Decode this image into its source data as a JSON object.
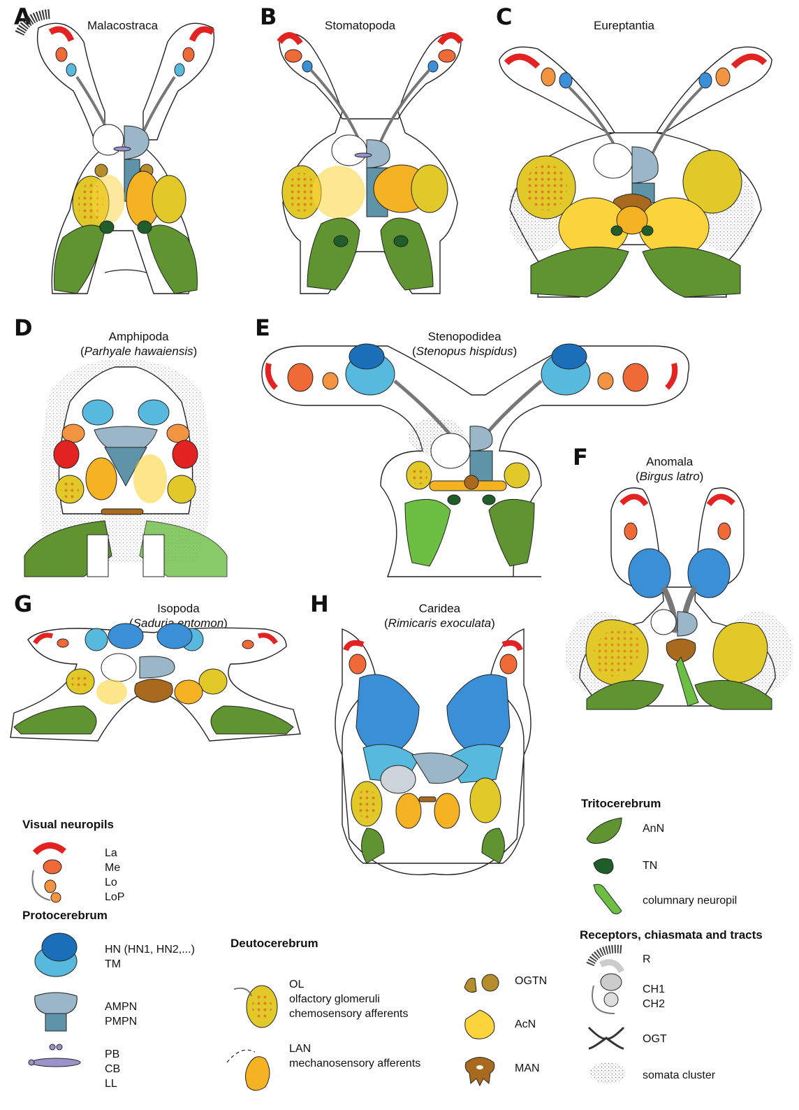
{
  "colors": {
    "lamina": "#e32222",
    "medulla": "#f06a37",
    "lobula": "#f39442",
    "hemiellipsoid_dark": "#1b6fb8",
    "hemiellipsoid": "#3a8fd6",
    "terminal_medulla": "#58b9de",
    "medial_protocerebrum": "#9ab6c8",
    "medial_protocerebrum_dark": "#5f93a8",
    "central_complex": "#9a92c8",
    "olfactory_lobe": "#e1c92a",
    "olfactory_glomeruli": "#e27f22",
    "lateral_antenna_neuropil": "#f5b324",
    "accessory_lobe": "#fbd33b",
    "median_antenna_neuropil": "#a86a1e",
    "olfactory_globular_tract_neuropil": "#b58d2c",
    "antenna_2_neuropil": "#5f9430",
    "tegumentary_neuropil": "#1f5e2a",
    "columnary_neuropil": "#6cbf43",
    "tract": "#777777",
    "outline": "#222222"
  },
  "panels": [
    {
      "letter": "A",
      "title": "Malacostraca",
      "species": ""
    },
    {
      "letter": "B",
      "title": "Stomatopoda",
      "species": ""
    },
    {
      "letter": "C",
      "title": "Eureptantia",
      "species": ""
    },
    {
      "letter": "D",
      "title": "Amphipoda",
      "species": "Parhyale hawaiensis"
    },
    {
      "letter": "E",
      "title": "Stenopodidea",
      "species": "Stenopus hispidus"
    },
    {
      "letter": "F",
      "title": "Anomala",
      "species": "Birgus latro"
    },
    {
      "letter": "G",
      "title": "Isopoda",
      "species": "Saduria entomon"
    },
    {
      "letter": "H",
      "title": "Caridea",
      "species": "Rimicaris exoculata"
    }
  ],
  "legend": {
    "visual": {
      "heading": "Visual neuropils",
      "labels": [
        "La",
        "Me",
        "Lo",
        "LoP"
      ]
    },
    "proto": {
      "heading": "Protocerebrum",
      "hn_tm": [
        "HN (HN1, HN2,...)",
        "TM"
      ],
      "ampn_pmpn": [
        "AMPN",
        "PMPN"
      ],
      "pb_cb_ll": [
        "PB",
        "CB",
        "LL"
      ]
    },
    "deuto": {
      "heading": "Deutocerebrum",
      "ol": [
        "OL",
        "olfactory glomeruli",
        "chemosensory afferents"
      ],
      "lan": [
        "LAN",
        "mechanosensory afferents"
      ],
      "ogtn": "OGTN",
      "acn": "AcN",
      "man": "MAN"
    },
    "trito": {
      "heading": "Tritocerebrum",
      "ann": "AnN",
      "tn": "TN",
      "col": "columnary neuropil"
    },
    "receptors": {
      "heading": "Receptors, chiasmata and tracts",
      "r": "R",
      "ch": [
        "CH1",
        "CH2"
      ],
      "ogt": "OGT",
      "somata": "somata cluster"
    }
  }
}
